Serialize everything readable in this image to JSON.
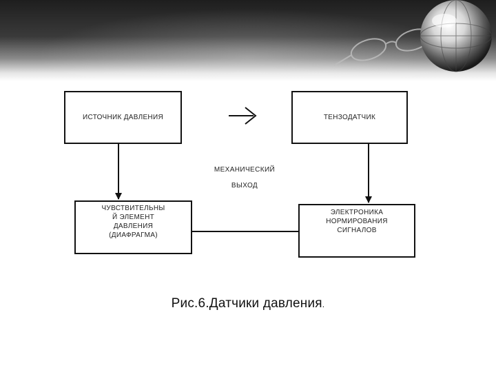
{
  "diagram": {
    "nodes": [
      {
        "id": "pressure-source",
        "label": "ИСТОЧНИК ДАВЛЕНИЯ"
      },
      {
        "id": "strain-gauge",
        "label": "ТЕНЗОДАТЧИК"
      },
      {
        "id": "sensing-element",
        "label": "ЧУВСТВИТЕЛЬНЫ\nЙ ЭЛЕМЕНТ\nДАВЛЕНИЯ\n(ДИАФРАГМА)"
      },
      {
        "id": "signal-electronics",
        "label": "ЭЛЕКТРОНИКА\nНОРМИРОВАНИЯ\nСИГНАЛОВ"
      }
    ],
    "edge_labels": {
      "mechanical": "МЕХАНИЧЕСКИЙ",
      "output": "ВЫХОД"
    },
    "caption_main": "Рис.6.Датчики давления",
    "caption_end": "."
  },
  "colors": {
    "line": "#111111",
    "header_dark": "#1e1e1e"
  }
}
